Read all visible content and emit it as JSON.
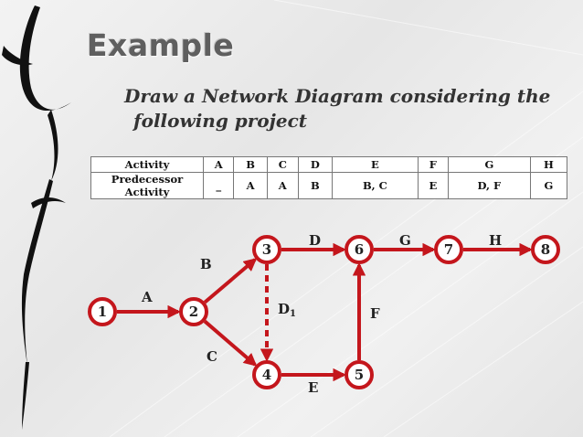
{
  "slide": {
    "title": "Example",
    "subtitle_line1": "Draw a Network Diagram considering the",
    "subtitle_line2": "following project"
  },
  "table": {
    "header": [
      "Activity",
      "A",
      "B",
      "C",
      "D",
      "E",
      "F",
      "G",
      "H"
    ],
    "row": [
      "Predecessor Activity",
      "_",
      "A",
      "A",
      "B",
      "B, C",
      "E",
      "D, F",
      "G"
    ]
  },
  "diagram": {
    "accent_color": "#c4161c",
    "nodes": [
      "1",
      "2",
      "3",
      "4",
      "5",
      "6",
      "7",
      "8"
    ],
    "edges": [
      {
        "from": "1",
        "to": "2",
        "label": "A",
        "dummy": false
      },
      {
        "from": "2",
        "to": "3",
        "label": "B",
        "dummy": false
      },
      {
        "from": "2",
        "to": "4",
        "label": "C",
        "dummy": false
      },
      {
        "from": "3",
        "to": "6",
        "label": "D",
        "dummy": false
      },
      {
        "from": "3",
        "to": "4",
        "label": "D",
        "label_sub": "1",
        "dummy": true
      },
      {
        "from": "4",
        "to": "5",
        "label": "E",
        "dummy": false
      },
      {
        "from": "5",
        "to": "6",
        "label": "F",
        "dummy": false
      },
      {
        "from": "6",
        "to": "7",
        "label": "G",
        "dummy": false
      },
      {
        "from": "7",
        "to": "8",
        "label": "H",
        "dummy": false
      }
    ]
  }
}
